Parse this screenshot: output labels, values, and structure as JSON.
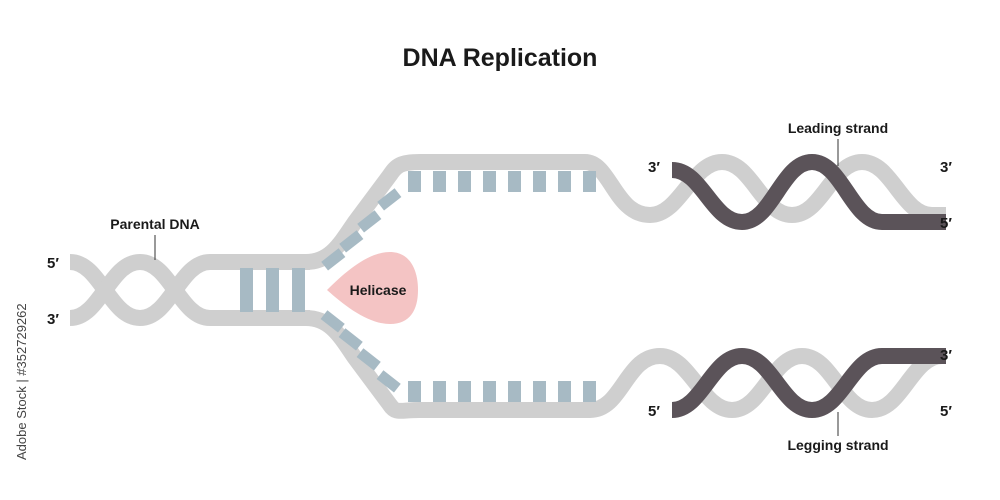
{
  "title": "DNA Replication",
  "labels": {
    "parental_dna": "Parental DNA",
    "helicase": "Helicase",
    "leading_strand": "Leading strand",
    "legging_strand": "Legging strand"
  },
  "ends": {
    "parental_top": "5′",
    "parental_bottom": "3′",
    "upper_left": "3′",
    "upper_right_top": "3′",
    "upper_right_bottom": "5′",
    "lower_left": "5′",
    "lower_right_top": "3′",
    "lower_right_bottom": "5′"
  },
  "watermark": "Adobe Stock | #352729262",
  "colors": {
    "strand_grey": "#cfcfcf",
    "strand_new": "#5b5359",
    "base_pair": "#a7bac4",
    "helicase": "#f4c4c4"
  }
}
